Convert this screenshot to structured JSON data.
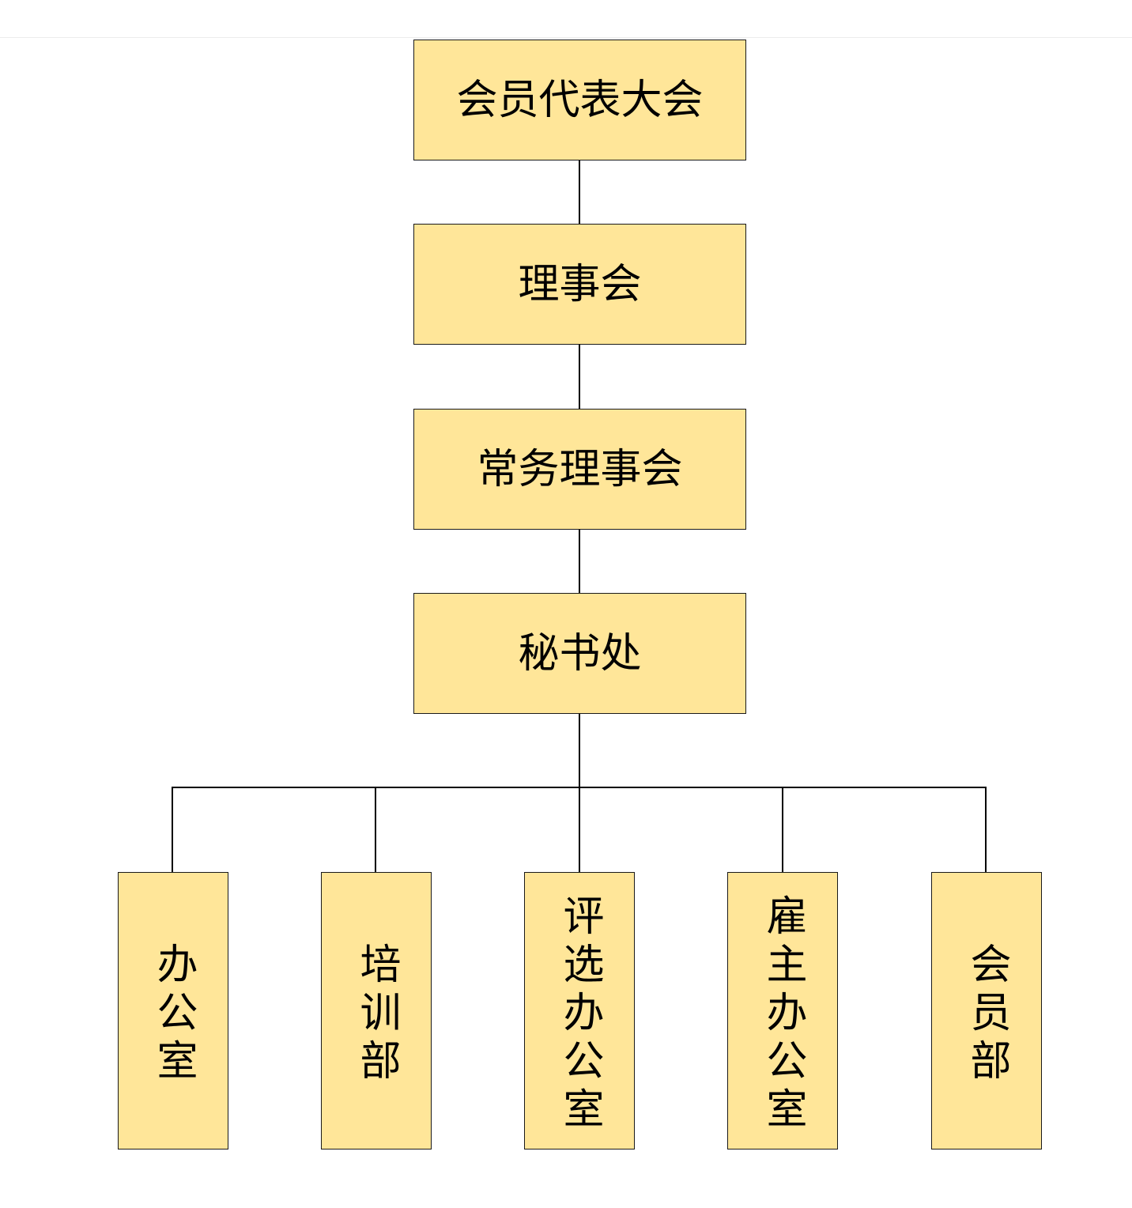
{
  "org": {
    "top": [
      "会员代表大会",
      "理事会",
      "常务理事会",
      "秘书处"
    ],
    "departments": [
      "办公室",
      "培训部",
      "评选办公室",
      "雇主办公室",
      "会员部"
    ]
  },
  "colors": {
    "box_fill": "#FFE699",
    "box_border": "#1a1a1a",
    "line": "#000000"
  }
}
